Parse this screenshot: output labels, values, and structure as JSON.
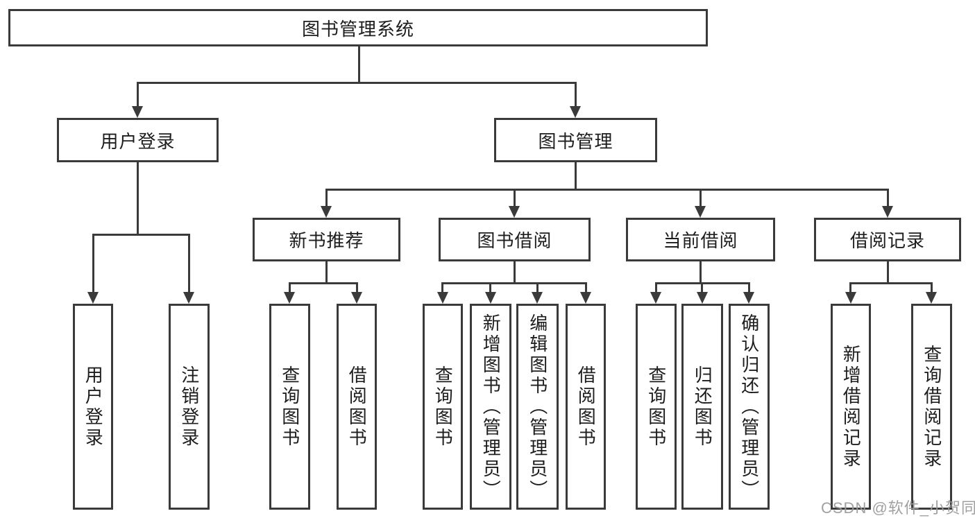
{
  "diagram_title": "图书管理系统",
  "nodes": {
    "root": "图书管理系统",
    "user_login": "用户登录",
    "book_mgmt": "图书管理",
    "new_book": "新书推荐",
    "book_borrow": "图书借阅",
    "current_borrow": "当前借阅",
    "borrow_records": "借阅记录",
    "leaf_user_login": "用户登录",
    "leaf_logout": "注销登录",
    "leaf_nb_query": "查询图书",
    "leaf_nb_borrow": "借阅图书",
    "leaf_bb_query": "查询图书",
    "leaf_bb_add": "新增图书（管理员）",
    "leaf_bb_edit": "编辑图书（管理员）",
    "leaf_bb_borrow": "借阅图书",
    "leaf_cb_query": "查询图书",
    "leaf_cb_return": "归还图书",
    "leaf_cb_confirm": "确认归还（管理员）",
    "leaf_br_add": "新增借阅记录",
    "leaf_br_query": "查询借阅记录"
  },
  "edges": [
    [
      "图书管理系统",
      "用户登录"
    ],
    [
      "图书管理系统",
      "图书管理"
    ],
    [
      "用户登录",
      "用户登录"
    ],
    [
      "用户登录",
      "注销登录"
    ],
    [
      "图书管理",
      "新书推荐"
    ],
    [
      "图书管理",
      "图书借阅"
    ],
    [
      "图书管理",
      "当前借阅"
    ],
    [
      "图书管理",
      "借阅记录"
    ],
    [
      "新书推荐",
      "查询图书"
    ],
    [
      "新书推荐",
      "借阅图书"
    ],
    [
      "图书借阅",
      "查询图书"
    ],
    [
      "图书借阅",
      "新增图书（管理员）"
    ],
    [
      "图书借阅",
      "编辑图书（管理员）"
    ],
    [
      "图书借阅",
      "借阅图书"
    ],
    [
      "当前借阅",
      "查询图书"
    ],
    [
      "当前借阅",
      "归还图书"
    ],
    [
      "当前借阅",
      "确认归还（管理员）"
    ],
    [
      "借阅记录",
      "新增借阅记录"
    ],
    [
      "借阅记录",
      "查询借阅记录"
    ]
  ],
  "colors": {
    "line": "#3a3a3a",
    "text": "#1d1d1d",
    "background": "#ffffff",
    "watermark": "#9b9b9b"
  },
  "watermark": "CSDN @软件_小贺同学"
}
